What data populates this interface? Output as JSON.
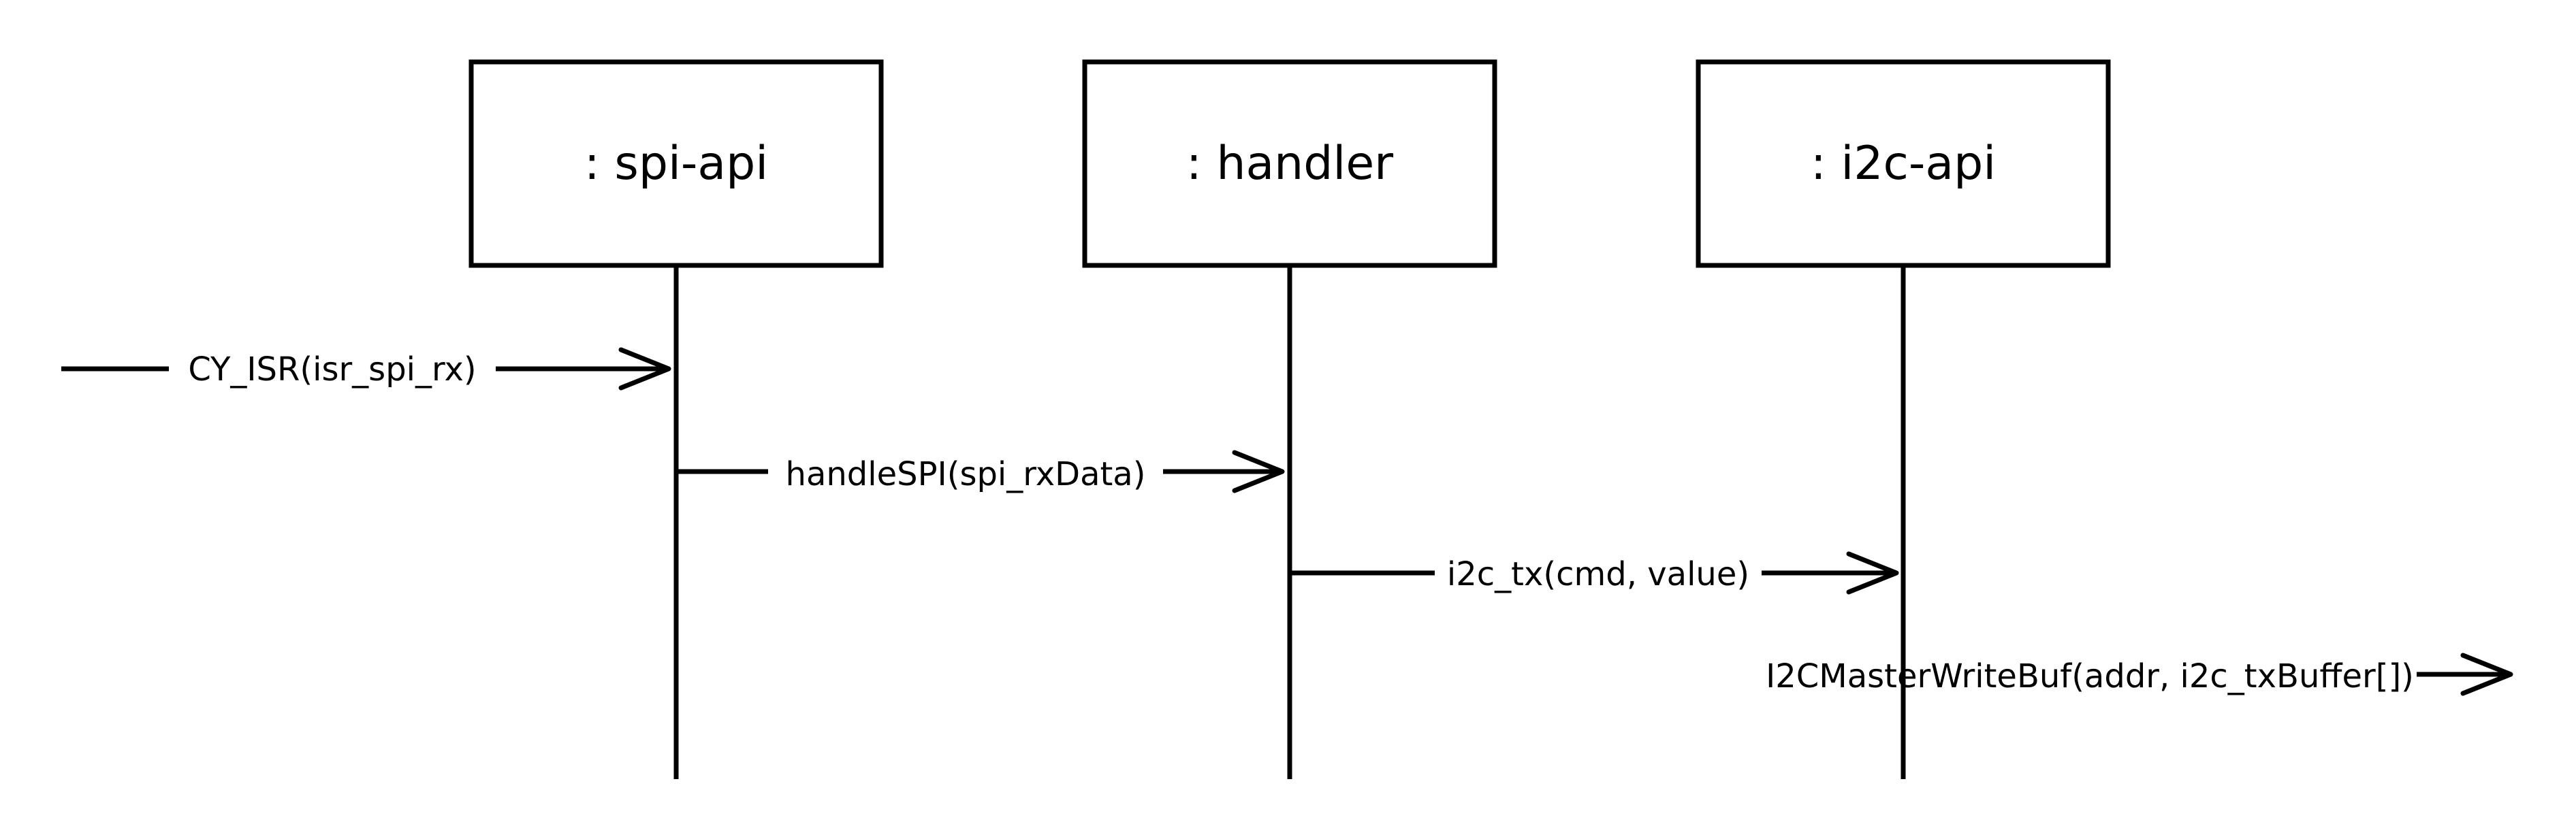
{
  "participants": [
    {
      "id": "spi",
      "label": ": spi-api"
    },
    {
      "id": "handler",
      "label": ": handler"
    },
    {
      "id": "i2c",
      "label": ": i2c-api"
    }
  ],
  "messages": [
    {
      "from": "external",
      "to": "spi",
      "label": "CY_ISR(isr_spi_rx)"
    },
    {
      "from": "spi",
      "to": "handler",
      "label": "handleSPI(spi_rxData)"
    },
    {
      "from": "handler",
      "to": "i2c",
      "label": "i2c_tx(cmd, value)"
    },
    {
      "from": "i2c",
      "to": "external",
      "label": "I2CMasterWriteBuf(addr, i2c_txBuffer[])"
    }
  ]
}
